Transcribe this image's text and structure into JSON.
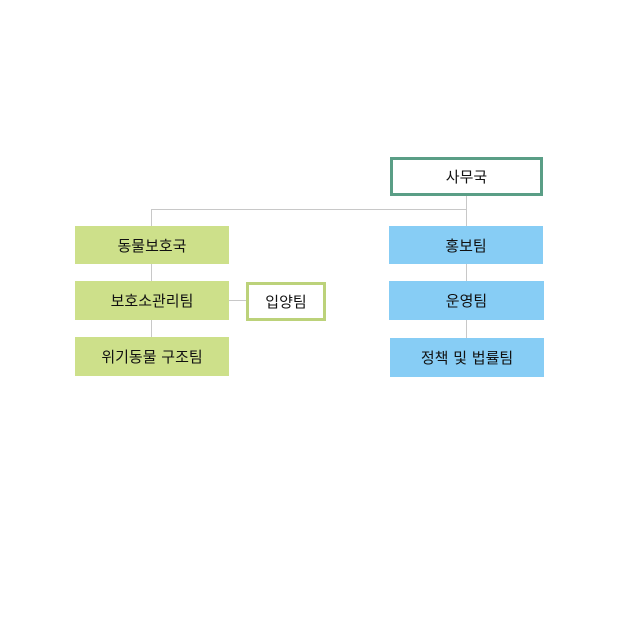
{
  "org_chart": {
    "root": {
      "label": "사무국",
      "border_color": "#5a9e86"
    },
    "left_branch": {
      "fill_color": "#cde08a",
      "units": [
        {
          "label": "동물보호국"
        },
        {
          "label": "보호소관리팀"
        },
        {
          "label": "위기동물 구조팀"
        }
      ],
      "side_unit": {
        "label": "입양팀",
        "border_color": "#bcd27a"
      }
    },
    "right_branch": {
      "fill_color": "#87cdf5",
      "units": [
        {
          "label": "홍보팀"
        },
        {
          "label": "운영팀"
        },
        {
          "label": "정책 및 법률팀"
        }
      ]
    },
    "connector_color": "#c8c8c8"
  }
}
